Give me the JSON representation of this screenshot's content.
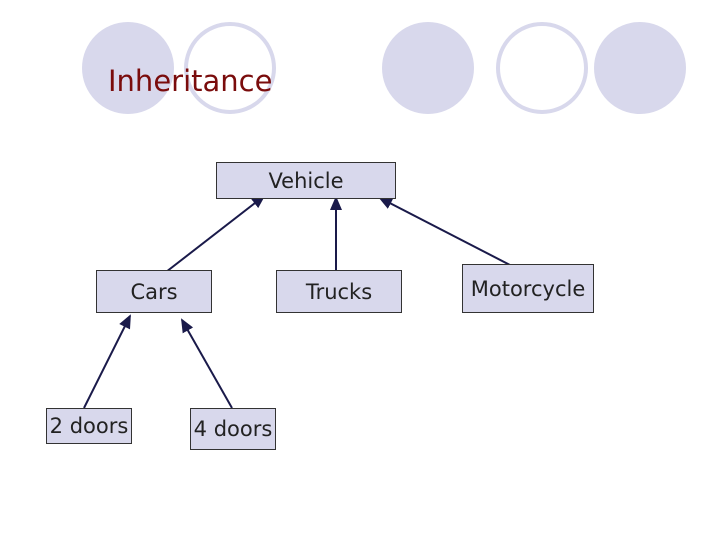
{
  "slide": {
    "title": "Inheritance"
  },
  "diagram": {
    "nodes": {
      "vehicle": "Vehicle",
      "cars": "Cars",
      "trucks": "Trucks",
      "motorcycle": "Motorcycle",
      "two_doors": "2 doors",
      "four_doors": "4 doors"
    },
    "edges": [
      {
        "from": "cars",
        "to": "vehicle"
      },
      {
        "from": "trucks",
        "to": "vehicle"
      },
      {
        "from": "motorcycle",
        "to": "vehicle"
      },
      {
        "from": "two_doors",
        "to": "cars"
      },
      {
        "from": "four_doors",
        "to": "cars"
      }
    ]
  },
  "colors": {
    "decor_circle": "#d8d8ec",
    "title_text": "#7a0c0c",
    "node_fill": "#d8d8ec",
    "edge": "#1a1a4a"
  }
}
